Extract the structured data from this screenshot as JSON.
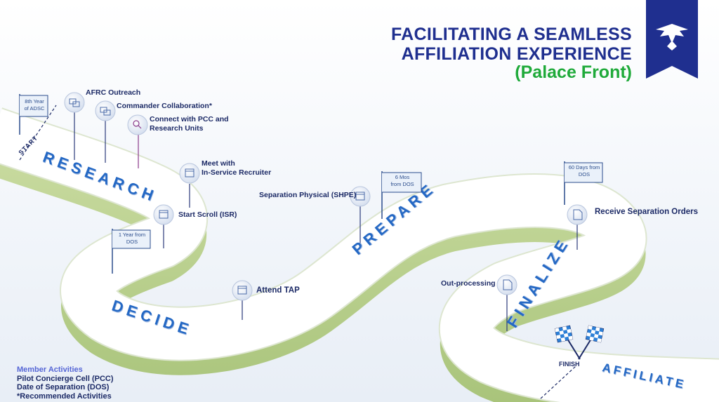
{
  "header": {
    "line1": "FACILITATING A SEAMLESS",
    "line2": "AFFILIATION EXPERIENCE",
    "line3": "(Palace Front)",
    "logo_icon": "air-force-wings-icon",
    "colors": {
      "navy": "#1f2f8f",
      "green": "#1faa3a",
      "stage_blue": "#2468c4"
    }
  },
  "stages": {
    "start": "START",
    "research": "RESEARCH",
    "decide": "DECIDE",
    "prepare": "PREPARE",
    "finalize": "FINALIZE",
    "finish": "FINISH",
    "affiliate": "AFFILIATE"
  },
  "activities": {
    "afrc_outreach": "AFRC Outreach",
    "commander_collab": "Commander Collaboration*",
    "connect_pcc_1": "Connect with PCC and",
    "connect_pcc_2": "Research Units",
    "meet_recruiter_1": "Meet with",
    "meet_recruiter_2": "In-Service Recruiter",
    "start_scroll": "Start Scroll (ISR)",
    "attend_tap": "Attend TAP",
    "separation_physical": "Separation Physical (SHPE)",
    "out_processing": "Out-processing",
    "receive_orders": "Receive Separation Orders"
  },
  "milestones": {
    "adsc_1": "8th Year",
    "adsc_2": "of ADSC",
    "year_dos_1": "1 Year from",
    "year_dos_2": "DOS",
    "six_mos_1": "6 Mos",
    "six_mos_2": "from DOS",
    "sixty_days_1": "60 Days from",
    "sixty_days_2": "DOS"
  },
  "legend": {
    "member": "Member Activities",
    "pcc": "Pilot Concierge Cell (PCC)",
    "dos": "Date of Separation (DOS)",
    "recommended": "*Recommended Activities"
  }
}
